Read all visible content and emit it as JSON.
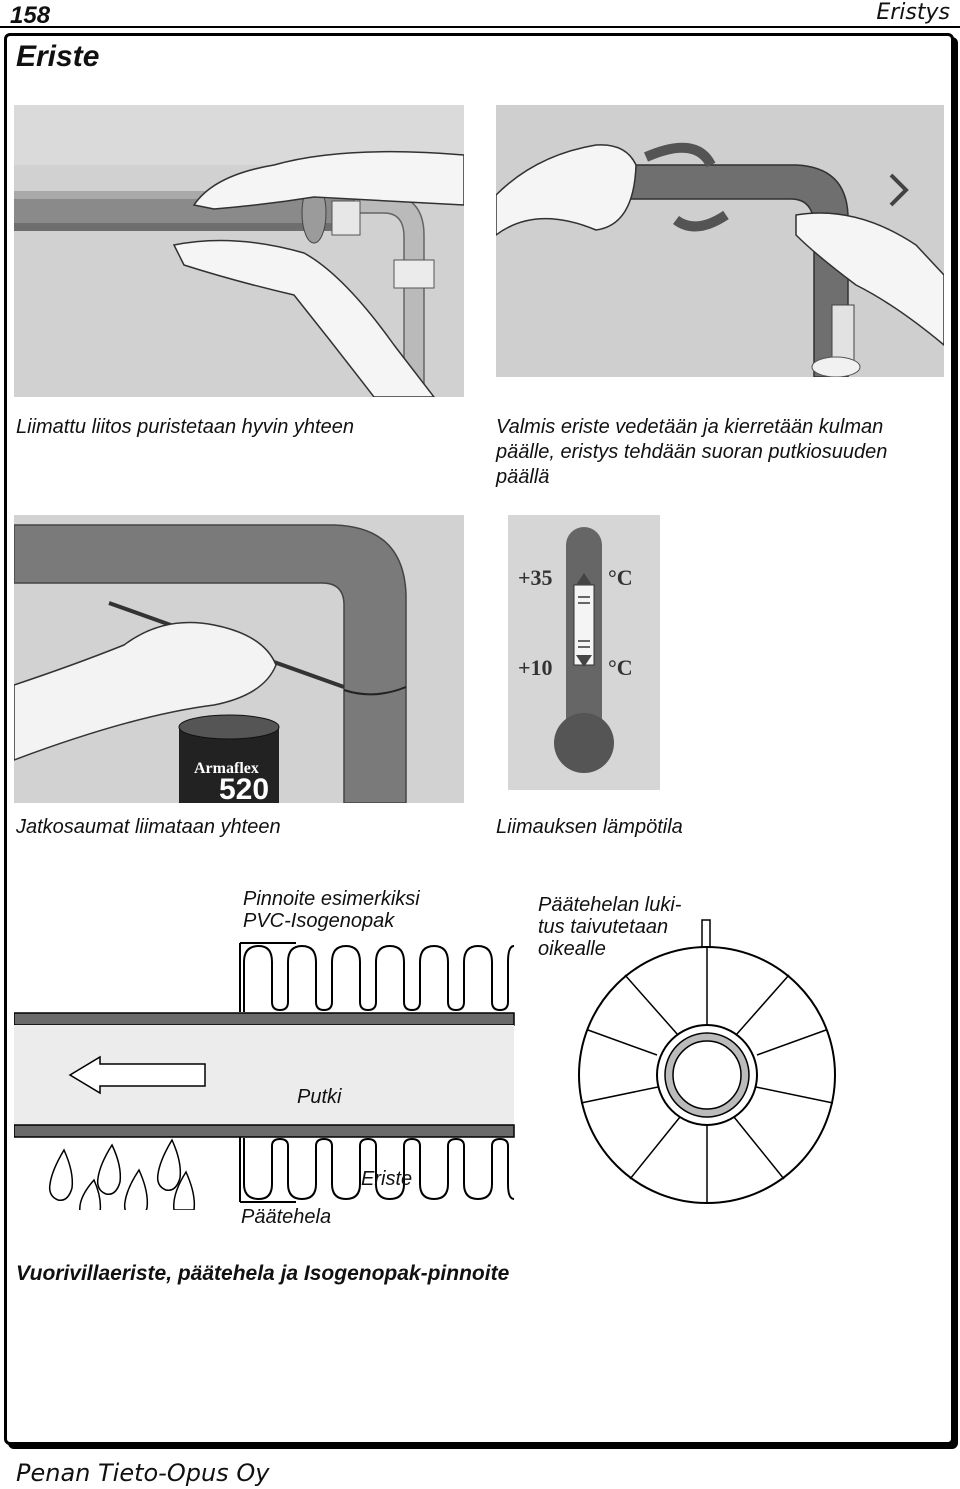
{
  "header": {
    "page_number": "158",
    "section": "Eristys"
  },
  "page_title": "Eriste",
  "captions": {
    "photo1": "Liimattu liitos puristetaan hyvin yhteen",
    "photo2_lines": [
      "Valmis eriste vedetään ja kierretään kulman",
      "päälle, eristys tehdään suoran putkiosuuden",
      "päällä"
    ],
    "photo3": "Jatkosaumat liimataan yhteen",
    "photo4": "Liimauksen lämpötila"
  },
  "thermometer": {
    "upper": "+35",
    "lower": "+10",
    "unit": "°C"
  },
  "glue_can": {
    "brand": "Armaflex",
    "number": "520"
  },
  "diagram": {
    "coating_label_lines": [
      "Pinnoite esimerkiksi",
      "PVC-Isogenopak"
    ],
    "endcap_label_lines": [
      "Päätehelan luki-",
      "tus taivutetaan",
      "oikealle"
    ],
    "pipe_label": "Putki",
    "insulation_label": "Eriste",
    "endplate_label": "Päätehela",
    "bottom_title": "Vuorivillaeriste, päätehela ja Isogenopak-pinnoite"
  },
  "footer": "Penan Tieto-Opus Oy"
}
